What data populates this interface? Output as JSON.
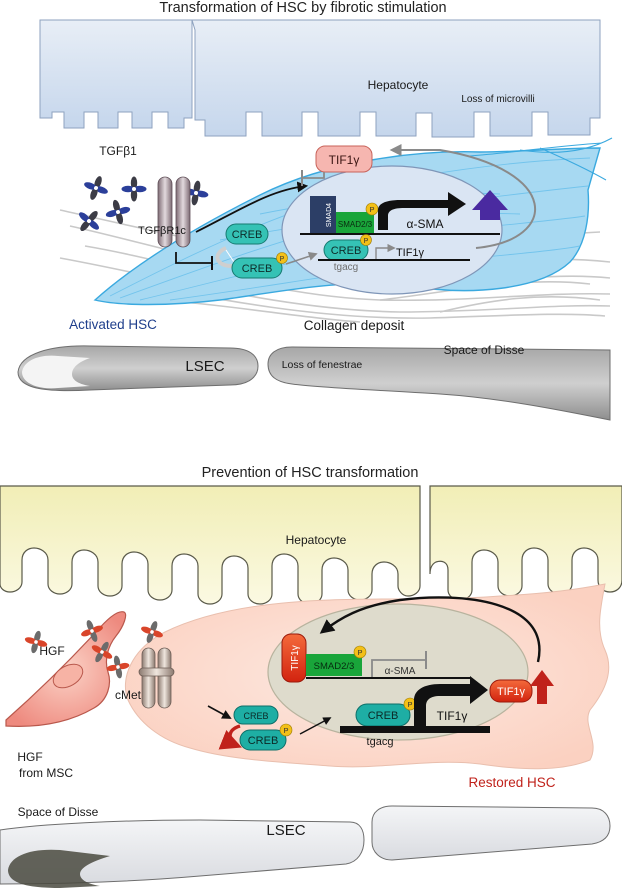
{
  "top_panel": {
    "title": "Transformation of HSC by fibrotic stimulation",
    "hepatocyte": "Hepatocyte",
    "loss_microvilli": "Loss of microvilli",
    "ligand": "TGFβ1",
    "receptor": "TGFβR1c",
    "creb_cytoplasm_1": "CREB",
    "creb_cytoplasm_2": "CREB",
    "creb_nucleus": "CREB",
    "tgacg": "tgacg",
    "smad4": "SMAD4",
    "smad23": "SMAD2/3",
    "phospho": "P",
    "alpha_sma": "α-SMA",
    "tif1g_protein": "TIF1γ",
    "tif1g_gene": "TIF1γ",
    "activated_hsc": "Activated HSC",
    "collagen": "Collagen deposit",
    "lsec": "LSEC",
    "loss_fenestrae": "Loss of fenestrae",
    "space_disse": "Space of Disse"
  },
  "bottom_panel": {
    "title": "Prevention of HSC transformation",
    "hepatocyte": "Hepatocyte",
    "hgf": "HGF",
    "hgf_from_msc_1": "HGF",
    "hgf_from_msc_2": "from MSC",
    "cmet": "cMet",
    "creb_cytoplasm_1": "CREB",
    "creb_cytoplasm_2": "CREB",
    "creb_nucleus": "CREB",
    "tgacg": "tgacg",
    "tif1g_gene": "TIF1γ",
    "tif1g_protein_right": "TIF1γ",
    "tif1g_protein_left": "TIF1γ",
    "smad23": "SMAD2/3",
    "phospho": "P",
    "alpha_sma": "α-SMA",
    "restored_hsc": "Restored HSC",
    "space_disse": "Space of Disse",
    "lsec": "LSEC"
  },
  "colors": {
    "hepatocyte_top": "#cdddf0",
    "hsc_top": "#9fd4ee",
    "nucleus_top": "#dbe6f4",
    "creb": "#35c2b5",
    "smad_green": "#19a53a",
    "smad4_navy": "#2c3e66",
    "arrow_purple": "#4a2aa0",
    "tif1g_pink": "#f6b6b0",
    "hepatocyte_bottom": "#f7f3c2",
    "hsc_bottom": "#fde7de",
    "nucleus_bottom": "#dedbcc",
    "tif1g_red": "#e8331a",
    "restored_red": "#c0221b",
    "activated_blue": "#1f3f8c",
    "phospho_yellow": "#f3c018"
  }
}
